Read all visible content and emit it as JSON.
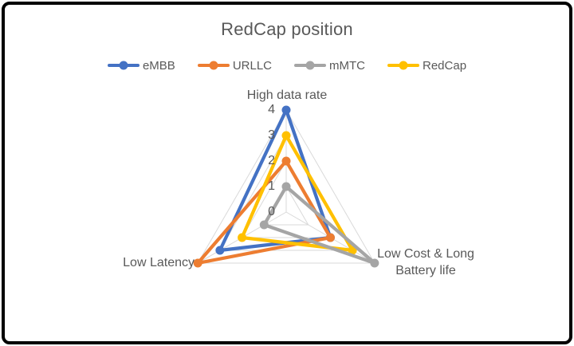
{
  "frame": {
    "border_color": "#000000",
    "background": "#FFFFFF"
  },
  "text_color": "#595959",
  "chart_data": {
    "type": "radar",
    "title": "RedCap position",
    "categories": [
      "High data rate",
      "Low Cost & Long Battery life",
      "Low Latency"
    ],
    "series": [
      {
        "name": "eMBB",
        "color": "#4472C4",
        "values": [
          4,
          2,
          3
        ]
      },
      {
        "name": "URLLC",
        "color": "#ED7D31",
        "values": [
          2,
          2,
          4
        ]
      },
      {
        "name": "mMTC",
        "color": "#A5A5A5",
        "values": [
          1,
          4,
          1
        ]
      },
      {
        "name": "RedCap",
        "color": "#FFC000",
        "values": [
          3,
          3,
          2
        ]
      }
    ],
    "radial_axis": {
      "min": 0,
      "max": 4,
      "tick_labels": [
        "4",
        "3",
        "2",
        "1",
        "0"
      ],
      "gridline_color": "#D9D9D9"
    },
    "legend_position": "top",
    "gridlines": true,
    "draw_order": [
      "eMBB",
      "URLLC",
      "RedCap",
      "mMTC"
    ]
  }
}
